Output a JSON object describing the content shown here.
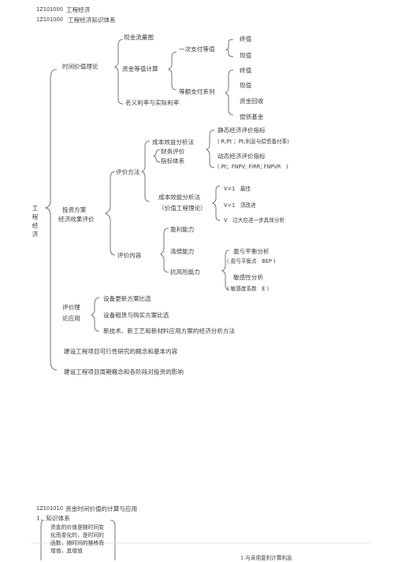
{
  "header": {
    "code1": "1Z101000",
    "title1": "工程经济",
    "code2": "1Z101000",
    "title2": "工程经济知识体系"
  },
  "root": "工程经济",
  "tvm": {
    "label": "时间价值理论",
    "cashflow": "现金流量图",
    "equiv": "资金等值计算",
    "single": "一次支付等值",
    "single_fv": "终值",
    "single_pv": "现值",
    "series": "等额支付系列",
    "series_items": [
      "终值",
      "现值",
      "资金回收",
      "偿债基金"
    ],
    "rates": "名义利率与实际利率"
  },
  "invest": {
    "label_line1": "投资方案",
    "label_line2": "经济效果评价",
    "methods": "评价方法",
    "cba": "成本效益分析法",
    "system_line1": "财务评价",
    "system_line2": "指标体系",
    "static_title": "静态经济评价指标",
    "static_formula": "( R;Pt ；Pt;利息与偿债备付率)",
    "dynamic_title": "动态经济评价指标",
    "dynamic_formula": "( Pt；FNPV; FIRR; FNPVR　)",
    "cea_line1": "成本效能分析法",
    "cea_line2": "（价值工程理论）",
    "v1": "V=1　最佳",
    "v2": "V<1　须改进",
    "v3": "V　过大应进一步具体分析",
    "content": "评价内容",
    "profit": "盈利能力",
    "solvency": "清偿能力",
    "breakeven": "盈亏平衡分析",
    "bep": "( 盈亏平衡点　BEP )",
    "risk": "抗风险能力",
    "sensitivity": "敏感性分析",
    "sens_coef": "( 敏感度系数　E )"
  },
  "app": {
    "label_line1": "评价理",
    "label_line2": "论应用",
    "items": [
      "设备更新方案比选",
      "设备租赁与购买方案比选",
      "新技术、新工艺和新材料应用方案的经济分析方法"
    ]
  },
  "extra": [
    "建设工程项目可行性研究的概念和基本内容",
    "建设工程项目周期概念和各阶段对投资的影响"
  ],
  "section2": {
    "code": "1Z101010",
    "title": "资金时间价值的计算与应用",
    "sub": "1．知识体系",
    "box_text": "资金的价值是随时间变化而变化的，是时间的函数，随时间的推移而增值，其增值",
    "right_text": "1.与采用复利计算利息"
  }
}
